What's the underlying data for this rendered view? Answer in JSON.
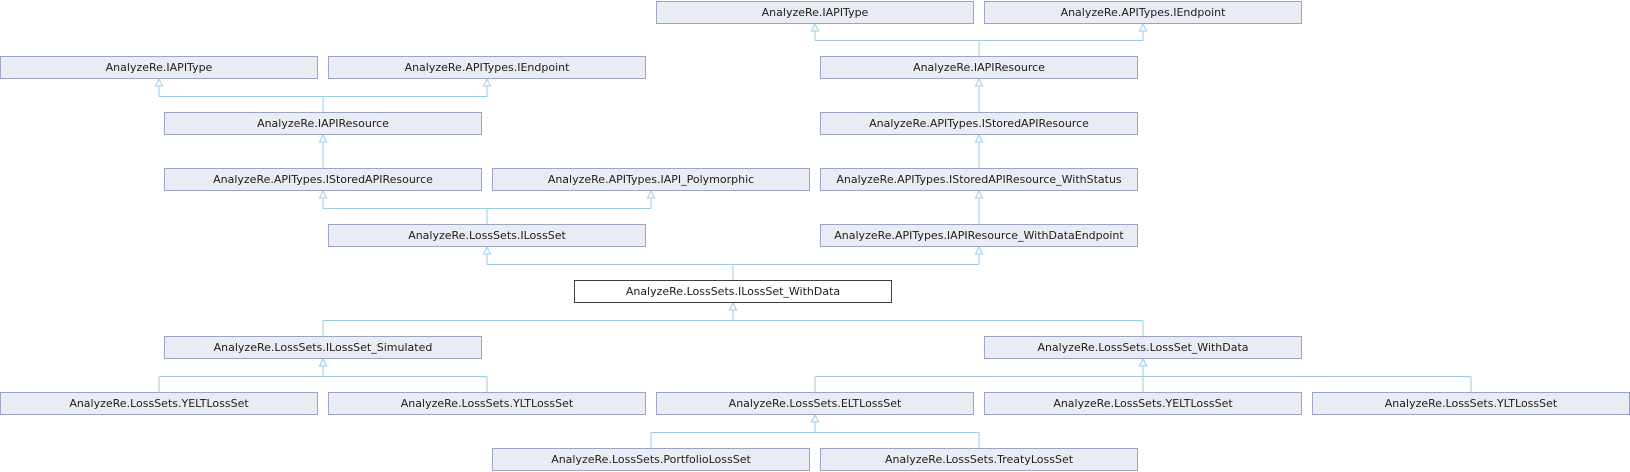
{
  "diagram": {
    "line_color": "#9ccde8",
    "node_fill": "#e9ecf5",
    "node_border": "#9aa5c4",
    "current_fill": "#ffffff",
    "current_border": "#3f3f3f",
    "nodes": [
      {
        "id": "iapitype-r",
        "label": "AnalyzeRe.IAPIType"
      },
      {
        "id": "iendpoint-r",
        "label": "AnalyzeRe.APITypes.IEndpoint"
      },
      {
        "id": "iapitype-l",
        "label": "AnalyzeRe.IAPIType"
      },
      {
        "id": "iendpoint-l",
        "label": "AnalyzeRe.APITypes.IEndpoint"
      },
      {
        "id": "iapiresource-r",
        "label": "AnalyzeRe.IAPIResource"
      },
      {
        "id": "iapiresource-l",
        "label": "AnalyzeRe.IAPIResource"
      },
      {
        "id": "istored-r",
        "label": "AnalyzeRe.APITypes.IStoredAPIResource"
      },
      {
        "id": "istored-l",
        "label": "AnalyzeRe.APITypes.IStoredAPIResource"
      },
      {
        "id": "ipolymorphic",
        "label": "AnalyzeRe.APITypes.IAPI_Polymorphic"
      },
      {
        "id": "istored-status",
        "label": "AnalyzeRe.APITypes.IStoredAPIResource_WithStatus"
      },
      {
        "id": "ilossset",
        "label": "AnalyzeRe.LossSets.ILossSet"
      },
      {
        "id": "iresource-dataendpoint",
        "label": "AnalyzeRe.APITypes.IAPIResource_WithDataEndpoint"
      },
      {
        "id": "ilossset-withdata",
        "label": "AnalyzeRe.LossSets.ILossSet_WithData",
        "current": true
      },
      {
        "id": "ilossset-simulated",
        "label": "AnalyzeRe.LossSets.ILossSet_Simulated"
      },
      {
        "id": "lossset-withdata",
        "label": "AnalyzeRe.LossSets.LossSet_WithData"
      },
      {
        "id": "yelt-l",
        "label": "AnalyzeRe.LossSets.YELTLossSet"
      },
      {
        "id": "ylt-l",
        "label": "AnalyzeRe.LossSets.YLTLossSet"
      },
      {
        "id": "elt",
        "label": "AnalyzeRe.LossSets.ELTLossSet"
      },
      {
        "id": "yelt-r",
        "label": "AnalyzeRe.LossSets.YELTLossSet"
      },
      {
        "id": "ylt-r",
        "label": "AnalyzeRe.LossSets.YLTLossSet"
      },
      {
        "id": "portfolio",
        "label": "AnalyzeRe.LossSets.PortfolioLossSet"
      },
      {
        "id": "treaty",
        "label": "AnalyzeRe.LossSets.TreatyLossSet"
      }
    ],
    "edges": [
      {
        "from": "iapiresource-r",
        "to": [
          "iapitype-r",
          "iendpoint-r"
        ]
      },
      {
        "from": "iapiresource-l",
        "to": [
          "iapitype-l",
          "iendpoint-l"
        ]
      },
      {
        "from": "istored-r",
        "to": [
          "iapiresource-r"
        ]
      },
      {
        "from": "istored-l",
        "to": [
          "iapiresource-l"
        ]
      },
      {
        "from": "istored-status",
        "to": [
          "istored-r"
        ]
      },
      {
        "from": "ilossset",
        "to": [
          "istored-l",
          "ipolymorphic"
        ]
      },
      {
        "from": "iresource-dataendpoint",
        "to": [
          "istored-status"
        ]
      },
      {
        "from": "ilossset-withdata",
        "to": [
          "ilossset",
          "iresource-dataendpoint"
        ]
      },
      {
        "from": "ilossset-simulated",
        "to": [
          "ilossset-withdata"
        ]
      },
      {
        "from": "lossset-withdata",
        "to": [
          "ilossset-withdata"
        ]
      },
      {
        "from": "yelt-l",
        "to": [
          "ilossset-simulated"
        ]
      },
      {
        "from": "ylt-l",
        "to": [
          "ilossset-simulated"
        ]
      },
      {
        "from": "elt",
        "to": [
          "lossset-withdata"
        ]
      },
      {
        "from": "yelt-r",
        "to": [
          "lossset-withdata"
        ]
      },
      {
        "from": "ylt-r",
        "to": [
          "lossset-withdata"
        ]
      },
      {
        "from": "portfolio",
        "to": [
          "elt"
        ]
      },
      {
        "from": "treaty",
        "to": [
          "elt"
        ]
      }
    ]
  }
}
